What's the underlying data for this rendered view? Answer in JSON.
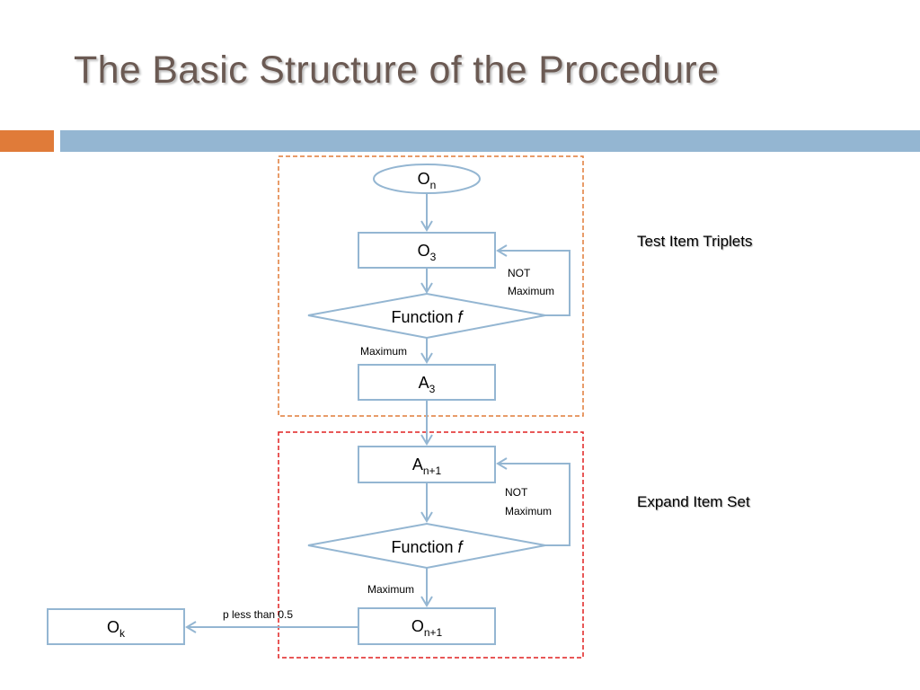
{
  "slide": {
    "title": "The Basic Structure of the Procedure"
  },
  "groups": {
    "top": {
      "label": "Test Item Triplets",
      "border_color": "#e07b39"
    },
    "bottom": {
      "label": "Expand Item Set",
      "border_color": "#e02020"
    }
  },
  "nodes": {
    "start": {
      "main": "O",
      "sub": "n"
    },
    "o3": {
      "main": "O",
      "sub": "3"
    },
    "decision1": {
      "main": "Function ",
      "italic": "f"
    },
    "a3": {
      "main": "A",
      "sub": "3"
    },
    "an1": {
      "main": "A",
      "sub": "n+1"
    },
    "decision2": {
      "main": "Function ",
      "italic": "f"
    },
    "on1": {
      "main": "O",
      "sub": "n+1"
    },
    "ok": {
      "main": "O",
      "sub": "k"
    }
  },
  "edges": {
    "loop1": {
      "line1": "NOT",
      "line2": "Maximum"
    },
    "max1": "Maximum",
    "loop2": {
      "line1": "NOT",
      "line2": "Maximum"
    },
    "max2": "Maximum",
    "to_ok": "p less than 0.5"
  },
  "colors": {
    "node_stroke": "#94b6d2",
    "title": "#6b5a53",
    "accent_orange": "#e07b39",
    "accent_blue": "#94b6d2"
  }
}
